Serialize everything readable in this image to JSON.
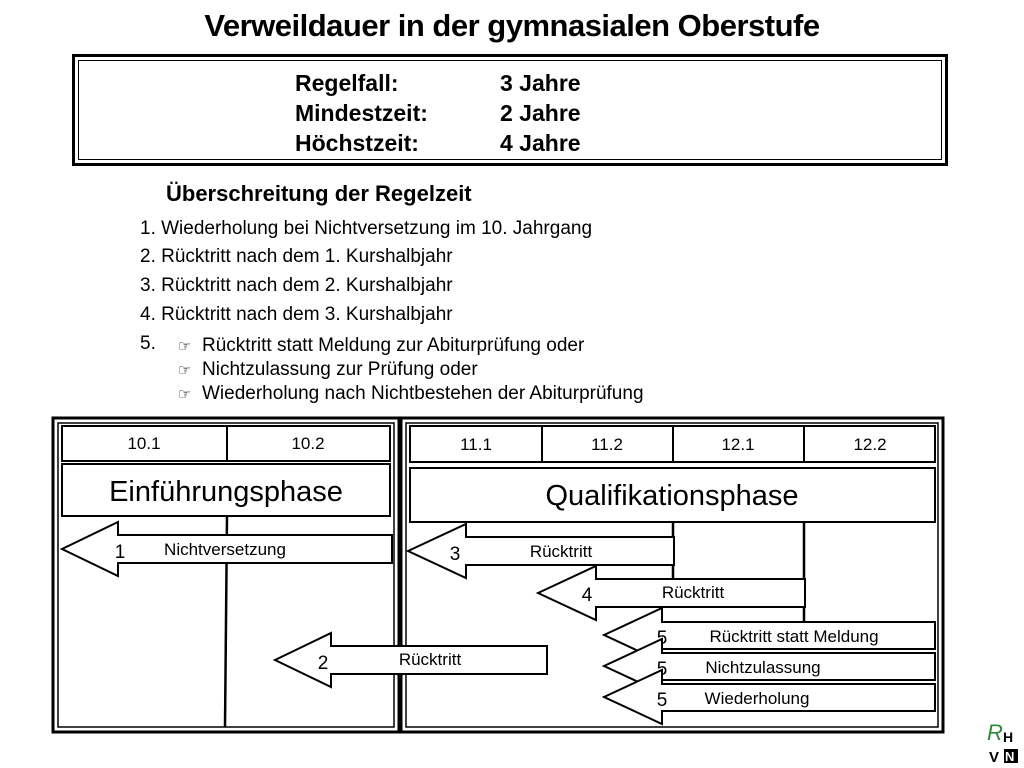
{
  "title": "Verweildauer in der gymnasialen Oberstufe",
  "summary": {
    "rows": [
      {
        "label": "Regelfall:",
        "value": "3 Jahre"
      },
      {
        "label": "Mindestzeit:",
        "value": "2 Jahre"
      },
      {
        "label": "Höchstzeit:",
        "value": "4 Jahre"
      }
    ]
  },
  "exceed": {
    "heading": "Überschreitung der Regelzeit",
    "items": [
      "1. Wiederholung bei Nichtversetzung im 10. Jahrgang",
      "2. Rücktritt nach dem 1. Kurshalbjahr",
      "3. Rücktritt nach dem 2. Kurshalbjahr",
      "4. Rücktritt nach dem 3. Kurshalbjahr"
    ],
    "item5_num": "5.",
    "item5_subs": [
      "Rücktritt statt Meldung zur Abiturprüfung oder",
      "Nichtzulassung zur Prüfung oder",
      "Wiederholung nach Nichtbestehen der Abiturprüfung"
    ],
    "bullet_icon": "pointing-hand-icon"
  },
  "diagram": {
    "intro": {
      "semesters": [
        "10.1",
        "10.2"
      ],
      "phase": "Einführungsphase"
    },
    "qual": {
      "semesters": [
        "11.1",
        "11.2",
        "12.1",
        "12.2"
      ],
      "phase": "Qualifikationsphase"
    },
    "arrows": [
      {
        "num": "1",
        "label": "Nichtversetzung"
      },
      {
        "num": "2",
        "label": "Rücktritt"
      },
      {
        "num": "3",
        "label": "Rücktritt"
      },
      {
        "num": "4",
        "label": "Rücktritt"
      },
      {
        "num": "5",
        "label": "Rücktritt statt Meldung"
      },
      {
        "num": "5",
        "label": "Nichtzulassung"
      },
      {
        "num": "5",
        "label": "Wiederholung"
      }
    ]
  },
  "logo": {
    "icon": "rh-vn-logo-icon",
    "text": "RH VN"
  }
}
